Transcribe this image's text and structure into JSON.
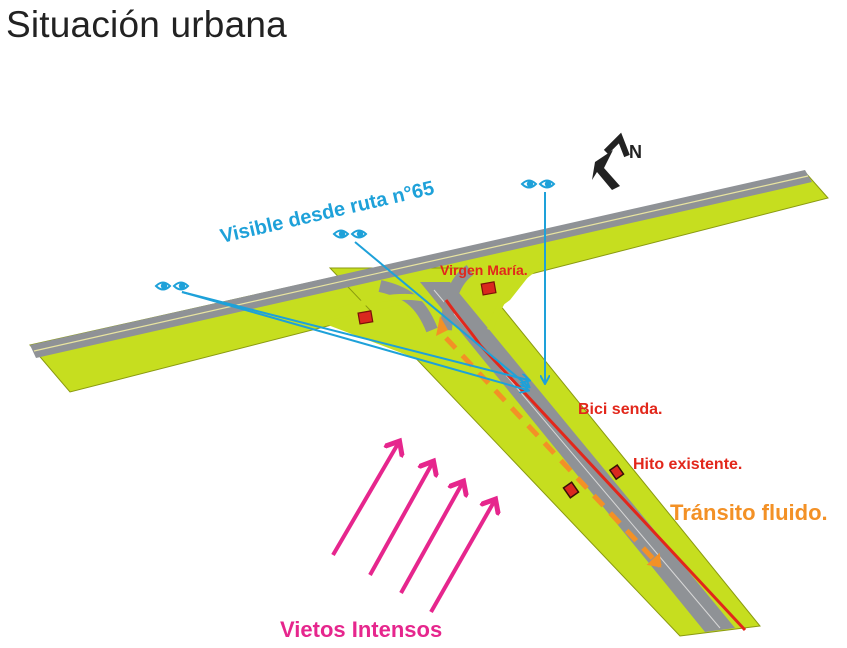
{
  "title": "Situación urbana",
  "labels": {
    "visible": "Visible desde ruta n°65",
    "virgen": "Virgen María.",
    "bici": "Bici senda.",
    "hito": "Hito existente.",
    "transito": "Tránsito fluido.",
    "vientos": "Vietos Intensos",
    "north": "N"
  },
  "colors": {
    "grass": "#c6de1f",
    "road": "#8f9296",
    "visible": "#1ea1d9",
    "red": "#e2271b",
    "orange": "#f39126",
    "wind": "#e6268d"
  },
  "icons": [
    "eye-pair-icon",
    "north-arrow-icon",
    "building-icon"
  ]
}
